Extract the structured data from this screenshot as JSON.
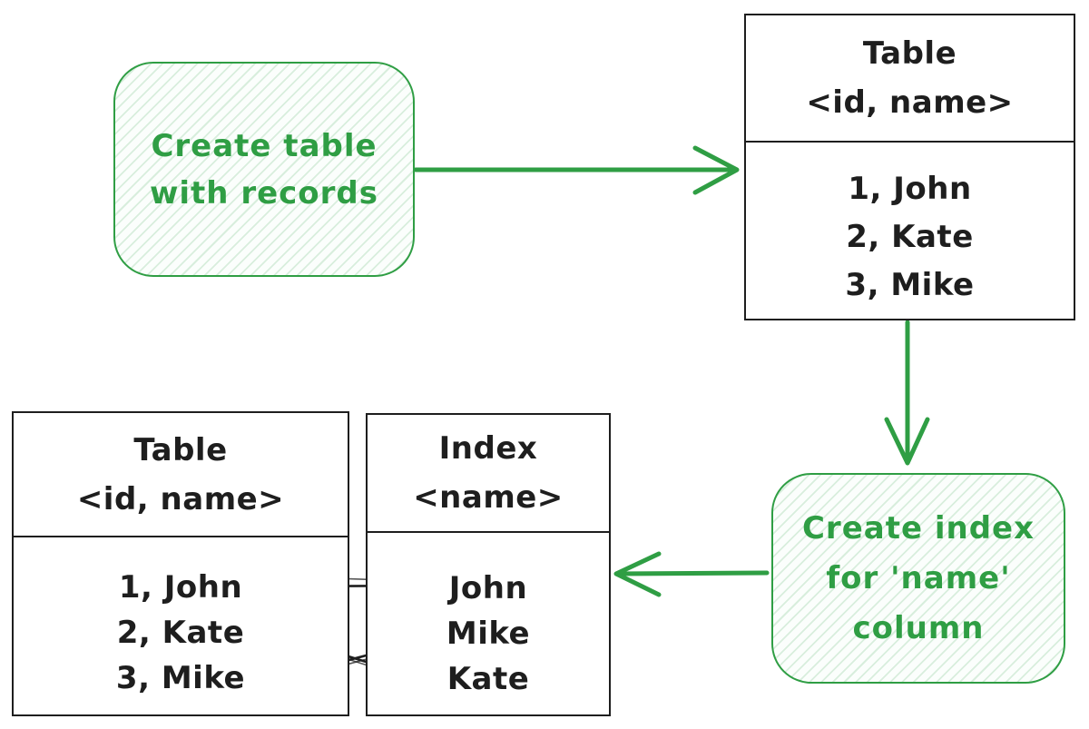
{
  "palette": {
    "accent_green": "#2f9e44",
    "stroke_black": "#1e1e1e",
    "canvas_background": "#ffffff"
  },
  "notes": {
    "create_table": {
      "lines": [
        "Create table",
        "with records"
      ]
    },
    "create_index": {
      "lines": [
        "Create index",
        "for 'name'",
        "column"
      ]
    }
  },
  "tables": {
    "top": {
      "title": "Table",
      "schema": "<id, name>",
      "rows": [
        "1, John",
        "2, Kate",
        "3, Mike"
      ]
    },
    "bottom": {
      "title": "Table",
      "schema": "<id, name>",
      "rows": [
        "1, John",
        "2, Kate",
        "3, Mike"
      ]
    },
    "index": {
      "title": "Index",
      "schema": "<name>",
      "rows": [
        "John",
        "Mike",
        "Kate"
      ]
    }
  },
  "arrows": {
    "create_table_to_table": "create-table-note to top table",
    "table_to_create_index": "top table down to create-index note",
    "create_index_to_index": "create-index note left to index box",
    "index_john_to_row1": "index John to table row 1, John",
    "index_mike_to_row3": "index Mike to table row 3, Mike",
    "index_kate_to_row2": "index Kate to table row 2, Kate"
  }
}
